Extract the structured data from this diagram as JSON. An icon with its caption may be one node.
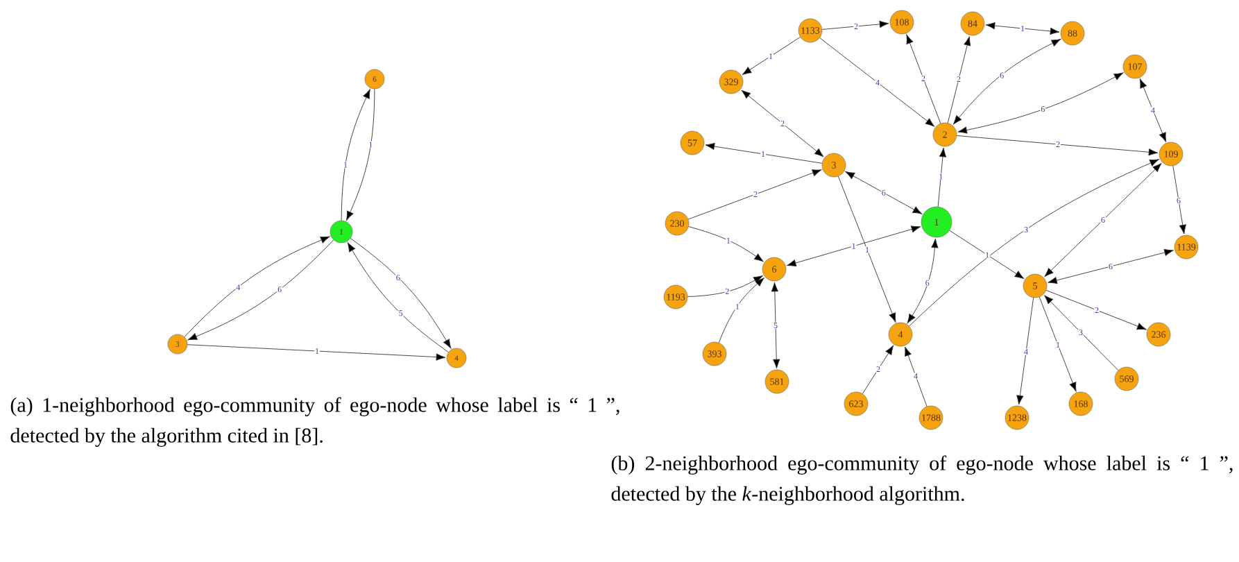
{
  "diagram": {
    "nodes": [
      {
        "text": [
          "6"
        ]
      },
      {
        "text": [
          "1"
        ]
      },
      {
        "text": [
          "3"
        ]
      },
      {
        "text": [
          "4"
        ]
      },
      {
        "text": [
          "108"
        ]
      },
      {
        "text": [
          "84"
        ]
      },
      {
        "text": [
          "1133"
        ]
      },
      {
        "text": [
          "88"
        ]
      },
      {
        "text": [
          "107"
        ]
      },
      {
        "text": [
          "329"
        ]
      },
      {
        "text": [
          "2"
        ]
      },
      {
        "text": [
          "57"
        ]
      },
      {
        "text": [
          "109"
        ]
      },
      {
        "text": [
          "3"
        ]
      },
      {
        "text": [
          "1"
        ]
      },
      {
        "text": [
          "230"
        ]
      },
      {
        "text": [
          "1139"
        ]
      },
      {
        "text": [
          "6"
        ]
      },
      {
        "text": [
          "5"
        ]
      },
      {
        "text": [
          "1193"
        ]
      },
      {
        "text": [
          "4"
        ]
      },
      {
        "text": [
          "236"
        ]
      },
      {
        "text": [
          "393"
        ]
      },
      {
        "text": [
          "569"
        ]
      },
      {
        "text": [
          "581"
        ]
      },
      {
        "text": [
          "623"
        ]
      },
      {
        "text": [
          "168"
        ]
      },
      {
        "text": [
          "1788"
        ]
      },
      {
        "text": [
          "1238"
        ]
      }
    ],
    "edges": [
      {
        "from": 1,
        "to": 0,
        "arrow": "to",
        "label": "1"
      },
      {
        "from": 0,
        "to": 1,
        "arrow": "to",
        "label": "1"
      },
      {
        "from": 1,
        "to": 2,
        "arrow": "to",
        "label": "6"
      },
      {
        "from": 2,
        "to": 1,
        "arrow": "to",
        "label": "4"
      },
      {
        "from": 1,
        "to": 3,
        "arrow": "to",
        "label": "6"
      },
      {
        "from": 3,
        "to": 1,
        "arrow": "to",
        "label": "5"
      },
      {
        "from": 2,
        "to": 3,
        "arrow": "to",
        "label": "1"
      },
      {
        "from": 6,
        "to": 4,
        "arrow": "to",
        "label": "2"
      },
      {
        "from": 6,
        "to": 9,
        "arrow": "to",
        "label": "1"
      },
      {
        "from": 6,
        "to": 10,
        "arrow": "to",
        "label": "4"
      },
      {
        "from": 10,
        "to": 4,
        "arrow": "to",
        "label": "2"
      },
      {
        "from": 10,
        "to": 5,
        "arrow": "to",
        "label": "2"
      },
      {
        "from": 5,
        "to": 7,
        "arrow": "both",
        "label": "1"
      },
      {
        "from": 10,
        "to": 7,
        "arrow": "both",
        "label": "6"
      },
      {
        "from": 10,
        "to": 8,
        "arrow": "both",
        "label": "6"
      },
      {
        "from": 10,
        "to": 12,
        "arrow": "to",
        "label": "2"
      },
      {
        "from": 8,
        "to": 12,
        "arrow": "both",
        "label": "4"
      },
      {
        "from": 12,
        "to": 16,
        "arrow": "to",
        "label": "6"
      },
      {
        "from": 9,
        "to": 13,
        "arrow": "both",
        "label": "2"
      },
      {
        "from": 13,
        "to": 11,
        "arrow": "to",
        "label": "1"
      },
      {
        "from": 15,
        "to": 13,
        "arrow": "to",
        "label": "2"
      },
      {
        "from": 15,
        "to": 17,
        "arrow": "to",
        "label": "1"
      },
      {
        "from": 14,
        "to": 13,
        "arrow": "both",
        "label": "6"
      },
      {
        "from": 14,
        "to": 10,
        "arrow": "to",
        "label": "1"
      },
      {
        "from": 14,
        "to": 17,
        "arrow": "both",
        "label": "1"
      },
      {
        "from": 13,
        "to": 20,
        "arrow": "to",
        "label": "1"
      },
      {
        "from": 14,
        "to": 20,
        "arrow": "both",
        "label": "6"
      },
      {
        "from": 14,
        "to": 18,
        "arrow": "to",
        "label": "1"
      },
      {
        "from": 20,
        "to": 12,
        "arrow": "to",
        "label": "3"
      },
      {
        "from": 18,
        "to": 12,
        "arrow": "both",
        "label": "6"
      },
      {
        "from": 18,
        "to": 16,
        "arrow": "both",
        "label": "6"
      },
      {
        "from": 18,
        "to": 21,
        "arrow": "to",
        "label": "2"
      },
      {
        "from": 23,
        "to": 18,
        "arrow": "to",
        "label": "3"
      },
      {
        "from": 18,
        "to": 26,
        "arrow": "to",
        "label": "1"
      },
      {
        "from": 18,
        "to": 28,
        "arrow": "to",
        "label": "4"
      },
      {
        "from": 19,
        "to": 17,
        "arrow": "to",
        "label": "2"
      },
      {
        "from": 22,
        "to": 17,
        "arrow": "to",
        "label": "1"
      },
      {
        "from": 17,
        "to": 24,
        "arrow": "both",
        "label": "5"
      },
      {
        "from": 25,
        "to": 20,
        "arrow": "to",
        "label": "2"
      },
      {
        "from": 27,
        "to": 20,
        "arrow": "to",
        "label": "4"
      }
    ],
    "labels": [
      "(a) 1-neighborhood ego-community of ego-node whose label is “ 1 ”, detected by the algorithm cited in [8].",
      "(b) 2-neighborhood ego-community of ego-node whose label is “ 1 ”, detected by the *k*-neighborhood algorithm."
    ]
  }
}
